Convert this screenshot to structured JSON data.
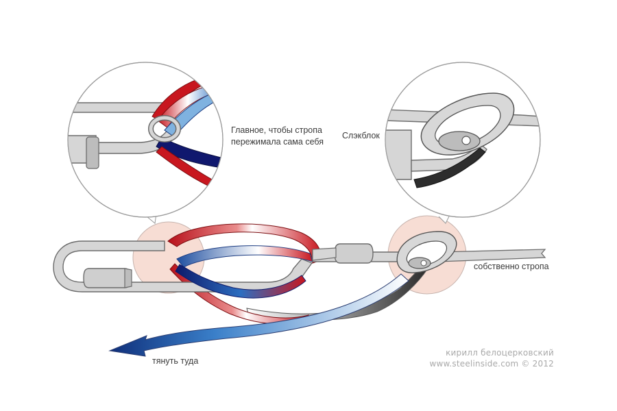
{
  "annotations": {
    "left_callout": [
      "Главное, чтобы стропа",
      "пережимала сама себя"
    ],
    "right_callout": "Слэкблок",
    "strap_label": "собственно стропа",
    "pull_label": "тянуть туда"
  },
  "credits": {
    "author": "кирилл белоцерковский",
    "site": "www.steelinside.com © 2012"
  },
  "colors": {
    "red": "#c8171f",
    "blue": "#1f5fb0",
    "dark_blue": "#10186e",
    "steel": "#d6d6d6",
    "steel_outline": "#6b6b6b",
    "highlight_fill": "#f7ddd4",
    "credit_text": "#a9a9a9"
  }
}
